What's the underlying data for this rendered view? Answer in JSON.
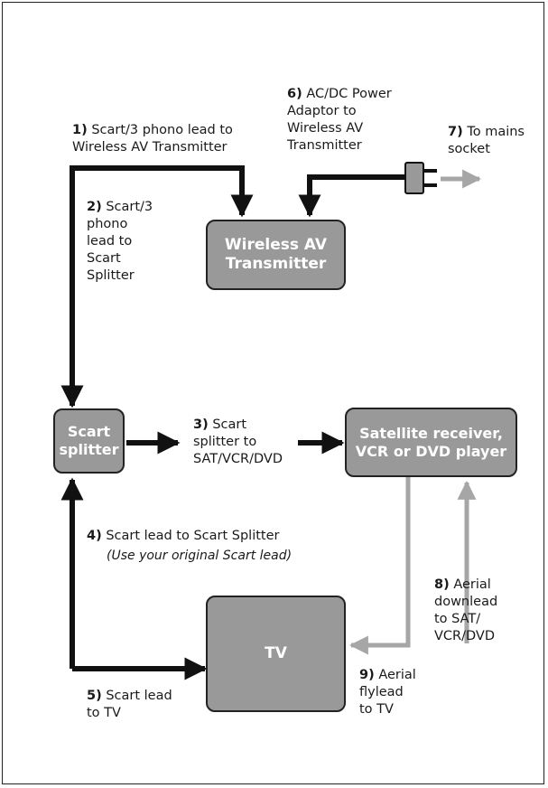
{
  "nodes": {
    "transmitter": "Wireless AV\nTransmitter",
    "splitter": "Scart\nsplitter",
    "receiver": "Satellite receiver,\nVCR or DVD player",
    "tv": "TV"
  },
  "labels": [
    {
      "num": "1)",
      "text": "Scart/3 phono lead to\nWireless AV Transmitter"
    },
    {
      "num": "2)",
      "text": "Scart/3\nphono\nlead to\nScart\nSplitter"
    },
    {
      "num": "3)",
      "text": "Scart\nsplitter to\nSAT/VCR/DVD"
    },
    {
      "num": "4)",
      "text": "Scart lead to Scart Splitter"
    },
    {
      "num": "5)",
      "text": "Scart lead\nto TV"
    },
    {
      "num": "6)",
      "text": "AC/DC Power\nAdaptor to\nWireless AV\nTransmitter"
    },
    {
      "num": "7)",
      "text": "To mains\nsocket"
    },
    {
      "num": "8)",
      "text": "Aerial\ndownlead\nto SAT/\nVCR/DVD"
    },
    {
      "num": "9)",
      "text": "Aerial\nflylead\nto TV"
    }
  ],
  "note": "(Use your original Scart lead)",
  "colors": {
    "box_fill": "#999999",
    "scart_wire": "#111111",
    "aerial_wire": "#a6a6a6"
  },
  "icons": {
    "plug": "mains-plug-icon"
  }
}
